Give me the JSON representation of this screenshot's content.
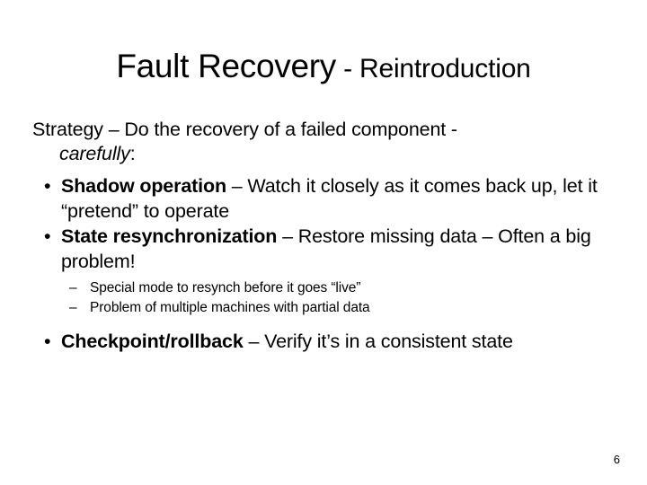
{
  "slide": {
    "title": {
      "main": "Fault Recovery",
      "sub": " - Reintroduction"
    },
    "lead": {
      "line1": "Strategy – Do the recovery of a failed component -",
      "line2_italic": "carefully",
      "line2_colon": ":"
    },
    "bullets": [
      {
        "marker": "•",
        "lead_in": "Shadow operation",
        "rest": " – Watch it closely as it comes back up, let it “pretend” to operate"
      },
      {
        "marker": "•",
        "lead_in": "State resynchronization",
        "rest": " – Restore missing data – Often a big problem!"
      },
      {
        "marker": "•",
        "lead_in": "Checkpoint/rollback",
        "rest": " – Verify it’s in a consistent state"
      }
    ],
    "sub_bullets": [
      {
        "marker": "–",
        "text": "Special mode to resynch before it goes “live”"
      },
      {
        "marker": "–",
        "text": "Problem of multiple machines with partial data"
      }
    ],
    "page_number": "6"
  },
  "colors": {
    "background": "#ffffff",
    "text": "#000000"
  }
}
